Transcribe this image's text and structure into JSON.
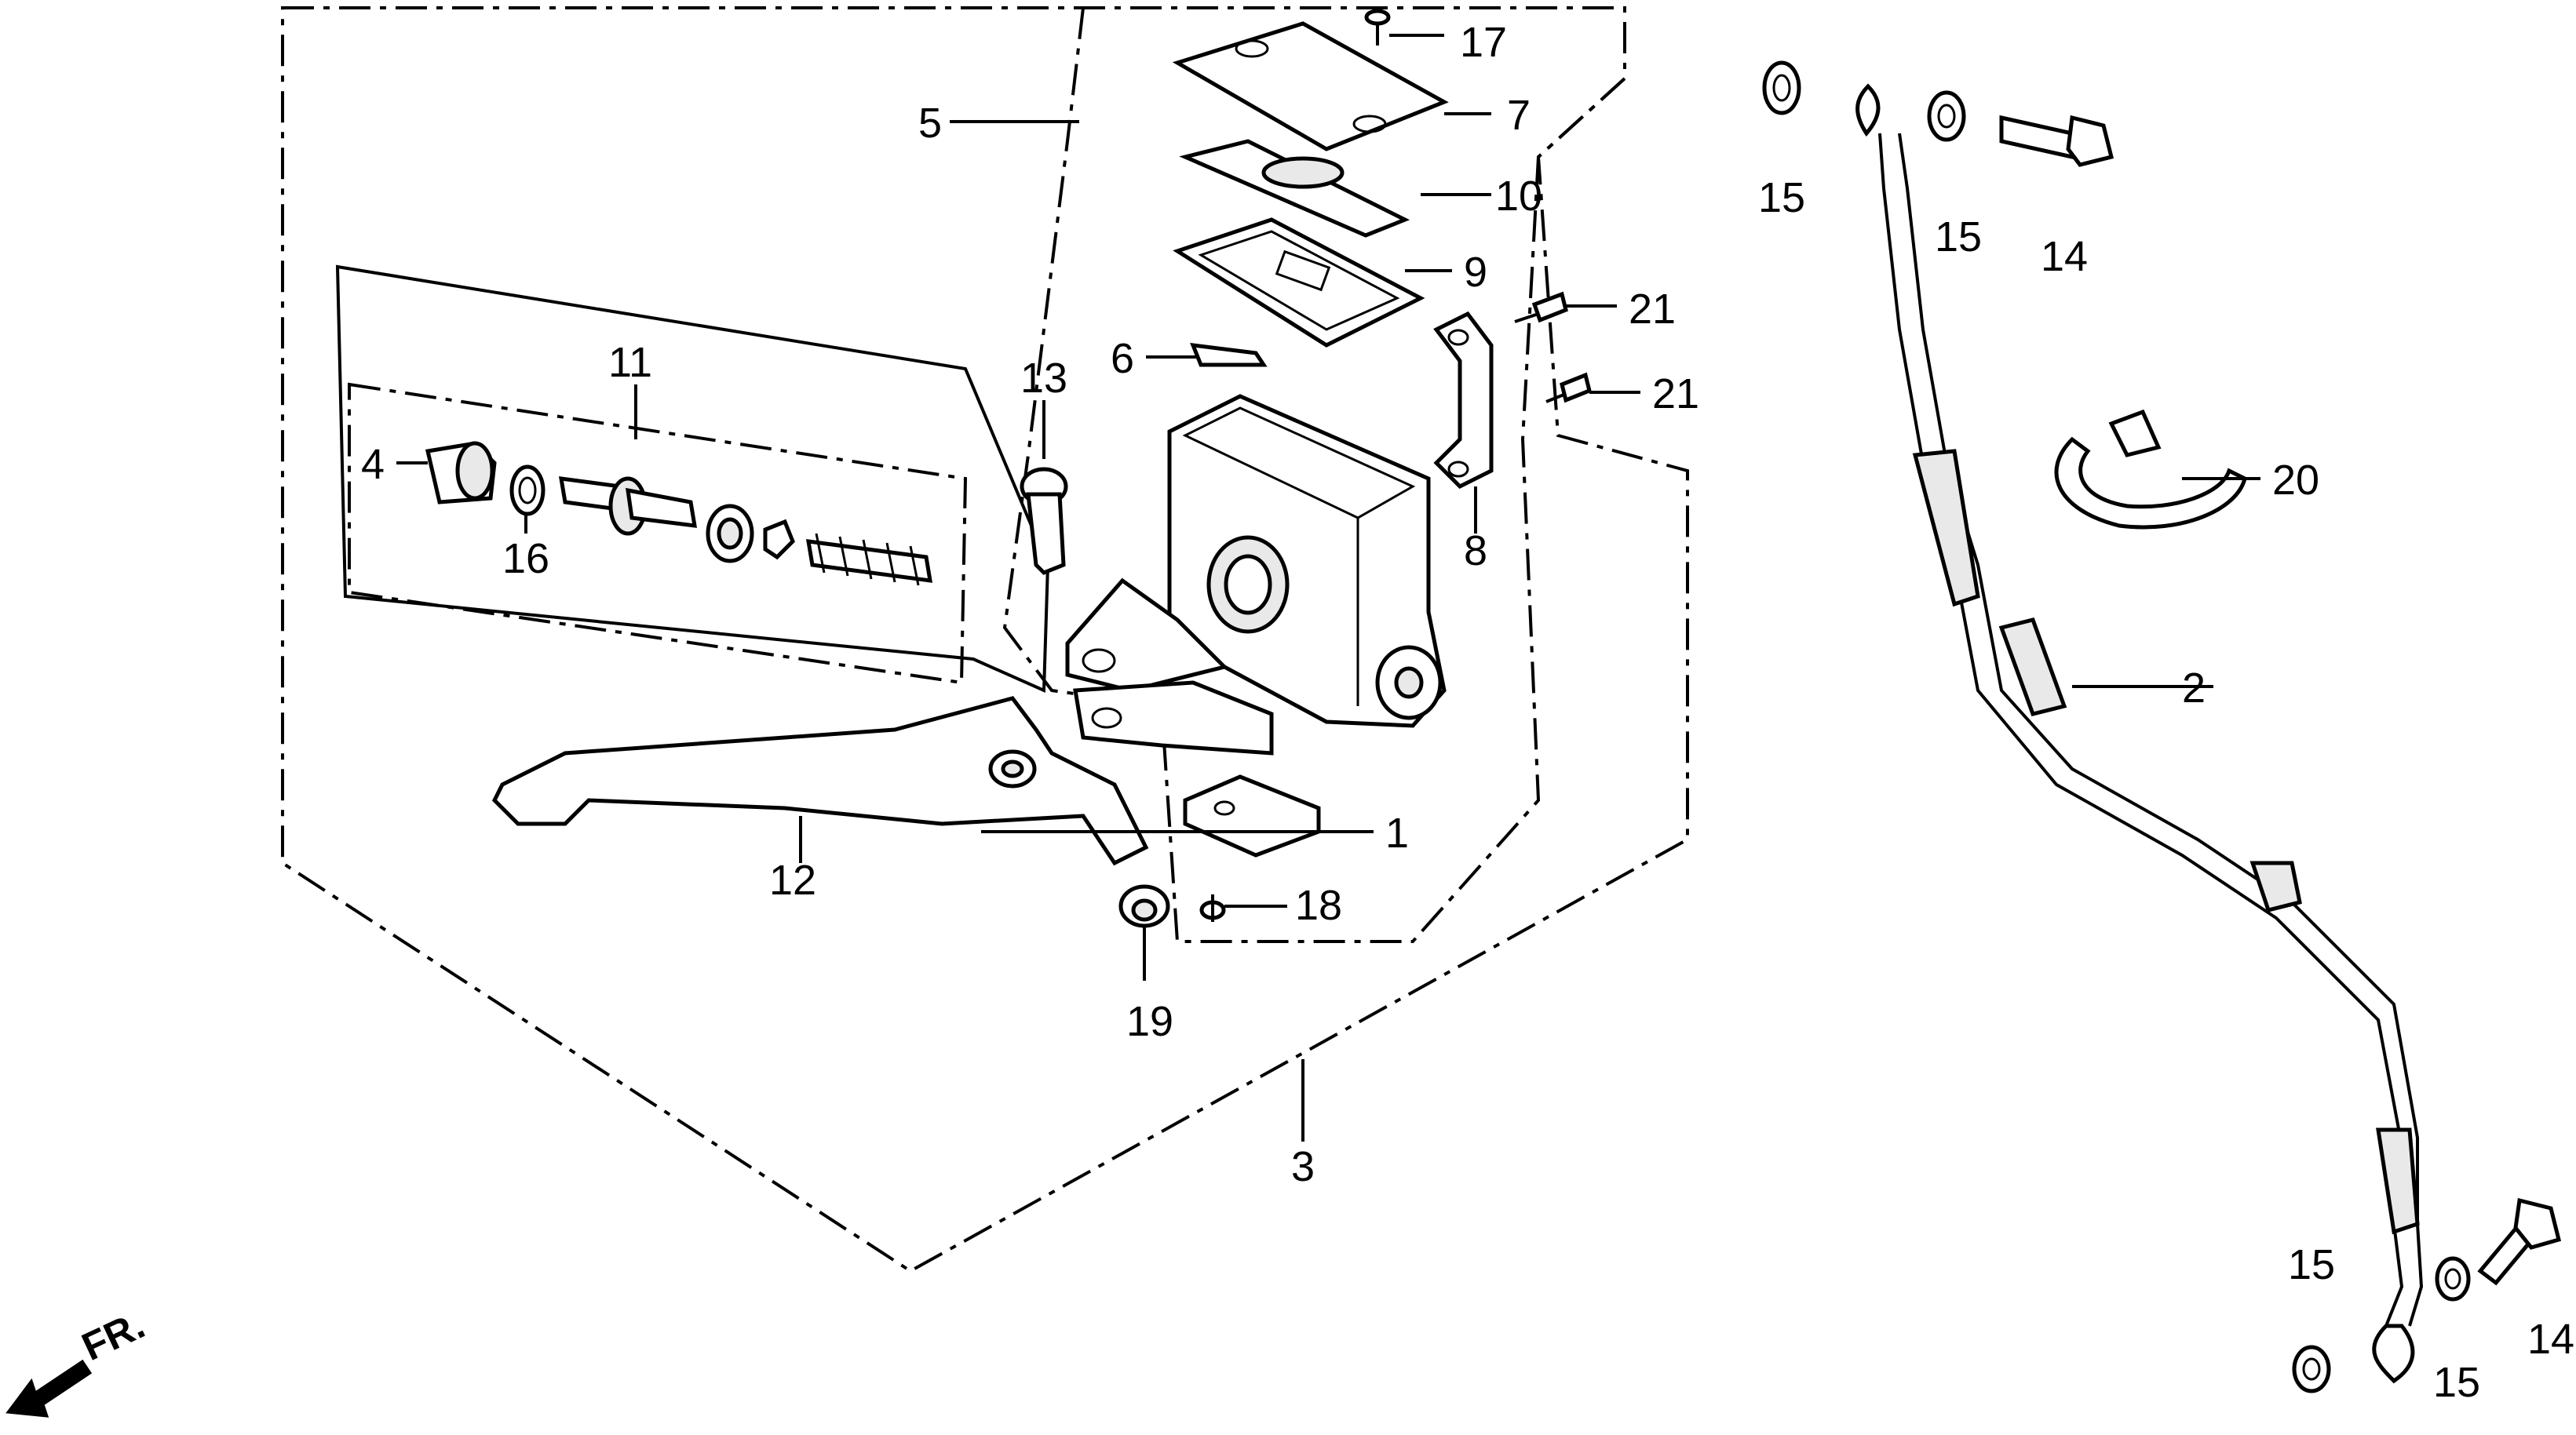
{
  "callouts": {
    "c1": "1",
    "c2": "2",
    "c3": "3",
    "c4": "4",
    "c5": "5",
    "c6": "6",
    "c7": "7",
    "c8": "8",
    "c9": "9",
    "c10": "10",
    "c11": "11",
    "c12": "12",
    "c13": "13",
    "c14a": "14",
    "c14b": "14",
    "c15a": "15",
    "c15b": "15",
    "c15c": "15",
    "c15d": "15",
    "c16": "16",
    "c17": "17",
    "c18": "18",
    "c19": "19",
    "c20": "20",
    "c21a": "21",
    "c21b": "21"
  },
  "orientation": {
    "label": "FR."
  }
}
